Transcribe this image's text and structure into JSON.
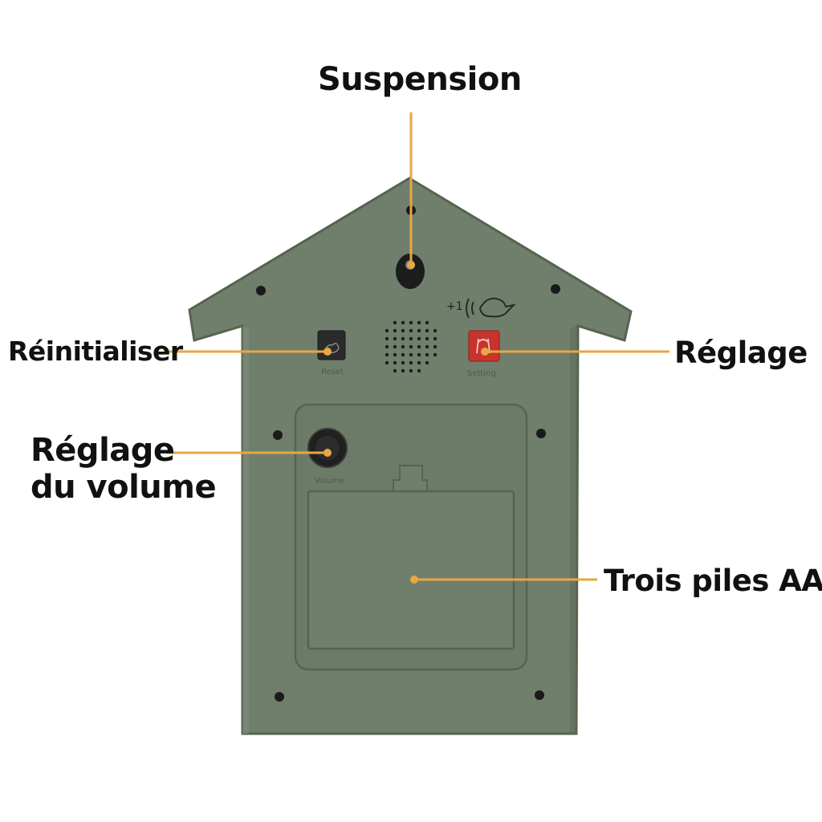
{
  "labels": {
    "suspension": "Suspension",
    "reset": "Réinitialiser",
    "setting": "Réglage",
    "volume_line1": "Réglage",
    "volume_line2": "du volume",
    "battery": "Trois piles AA"
  },
  "device": {
    "plus_one_text": "+1",
    "reset_button_text": "Reset",
    "setting_button_text": "Setting",
    "volume_knob_text": "Volume"
  },
  "colors": {
    "body": "#6f7f6c",
    "body_dark": "#56634f",
    "callout_line": "#e8a743",
    "reset_button": "#2b2b2b",
    "setting_button": "#c8342b",
    "label_text": "#111111"
  },
  "icons": {
    "keyhole": "keyhole-icon",
    "speaker": "speaker-grille-icon",
    "bird": "bird-sound-icon"
  }
}
